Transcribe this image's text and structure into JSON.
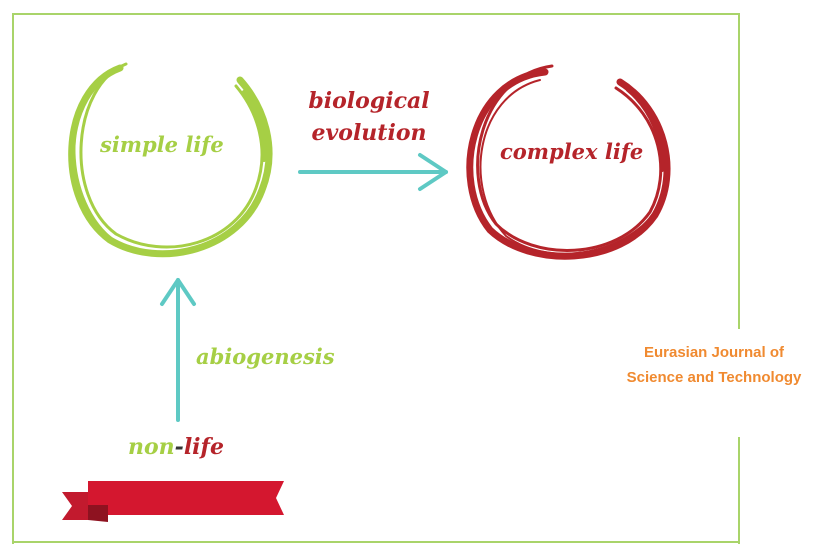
{
  "diagram": {
    "nodes": {
      "simple_life": "simple life",
      "complex_life": "complex life",
      "non_life": {
        "part1": "non",
        "dash": "-",
        "part2": "life"
      }
    },
    "edges": {
      "biological_evolution": {
        "line1": "biological",
        "line2": "evolution"
      },
      "abiogenesis": "abiogenesis"
    }
  },
  "watermark": {
    "line1": "Eurasian Journal of",
    "line2": "Science and Technology"
  },
  "colors": {
    "green": "#a6cf45",
    "red": "#b5242a",
    "arrow": "#5ec9c4",
    "frame": "#a9d46a",
    "journal": "#f08a30"
  }
}
